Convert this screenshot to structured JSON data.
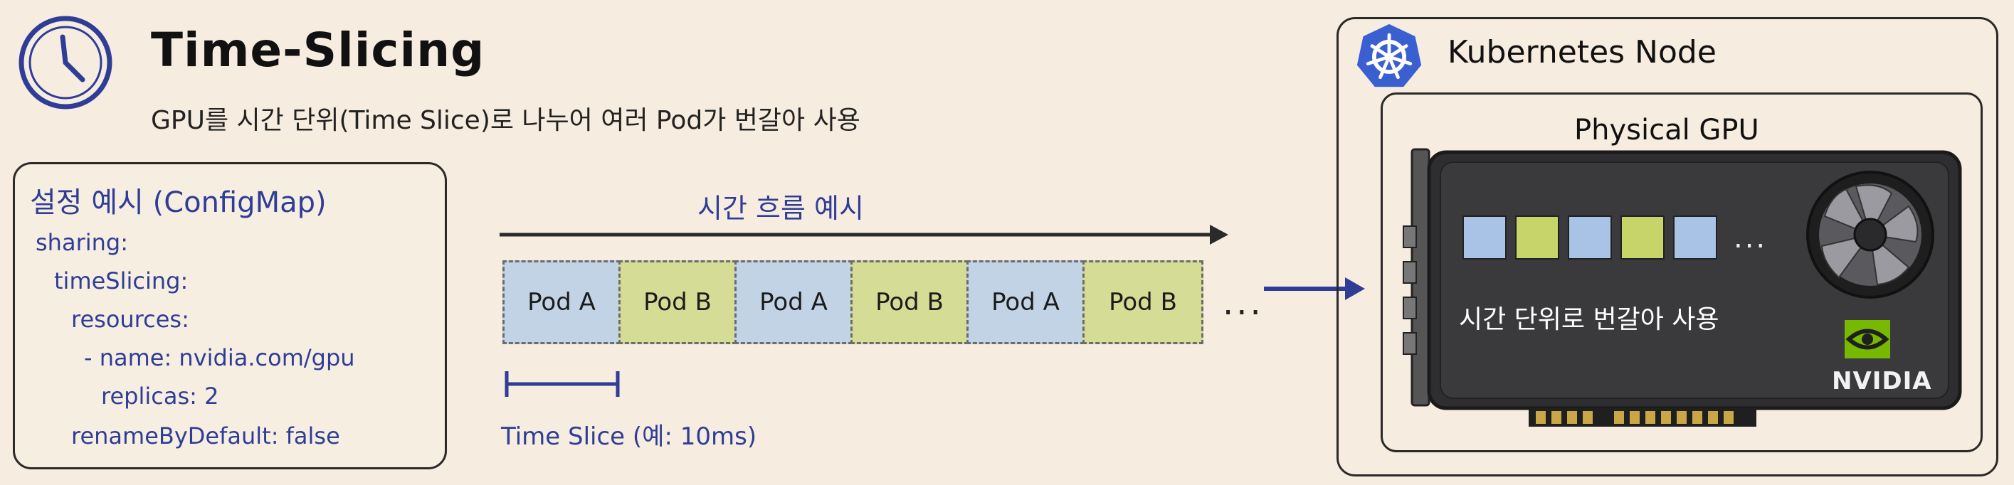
{
  "header": {
    "title": "Time-Slicing",
    "subtitle": "GPU를 시간 단위(Time Slice)로 나누어 여러 Pod가 번갈아 사용"
  },
  "config": {
    "title": "설정 예시 (ConfigMap)",
    "lines": [
      "sharing:",
      "timeSlicing:",
      "resources:",
      "- name: nvidia.com/gpu",
      "replicas: 2",
      "renameByDefault: false"
    ]
  },
  "timeline": {
    "flow_label": "시간 흐름 예시",
    "slots": [
      "Pod A",
      "Pod B",
      "Pod A",
      "Pod B",
      "Pod A",
      "Pod B"
    ],
    "ellipsis": "...",
    "time_slice_label": "Time Slice (예: 10ms)"
  },
  "node": {
    "title": "Kubernetes Node",
    "gpu_title": "Physical GPU",
    "gpu_usage_label": "시간 단위로 번갈아 사용",
    "gpu_ellipsis": "...",
    "vendor": "NVIDIA"
  },
  "colors": {
    "accent_blue": "#2f3d96",
    "pod_a": "#c3d3e6",
    "pod_b": "#d4dc95",
    "background": "#f6ecdf",
    "k8s_blue": "#3a5fd0"
  },
  "icons": [
    "clock-icon",
    "kubernetes-icon",
    "gpu-fan-icon",
    "nvidia-logo-icon",
    "arrow-right-icon"
  ]
}
